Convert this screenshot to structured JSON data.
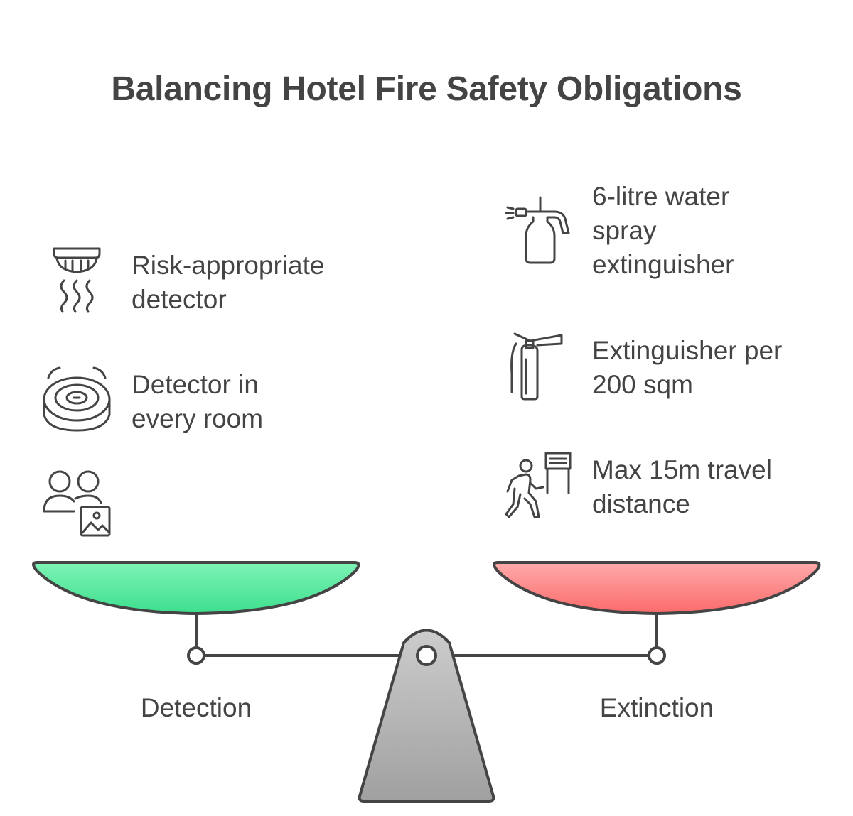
{
  "title": "Balancing Hotel Fire Safety Obligations",
  "left": {
    "label": "Detection",
    "pan_color_top": "#7ef3b5",
    "pan_color_bottom": "#3ddf8e",
    "items": [
      {
        "icon": "smoke-detector-icon",
        "text": "Risk-appropriate\ndetector"
      },
      {
        "icon": "ceiling-detector-icon",
        "text": "Detector in\nevery room"
      },
      {
        "icon": "people-image-icon",
        "text": ""
      }
    ]
  },
  "right": {
    "label": "Extinction",
    "pan_color_top": "#ffaaaa",
    "pan_color_bottom": "#fb6a6a",
    "items": [
      {
        "icon": "spray-bottle-icon",
        "text": "6-litre water\nspray\nextinguisher"
      },
      {
        "icon": "fire-extinguisher-icon",
        "text": "Extinguisher per\n200 sqm"
      },
      {
        "icon": "walking-exit-icon",
        "text": "Max 15m travel\ndistance"
      }
    ]
  },
  "fulcrum_color": "#b0b0b0",
  "stroke_color": "#444444"
}
